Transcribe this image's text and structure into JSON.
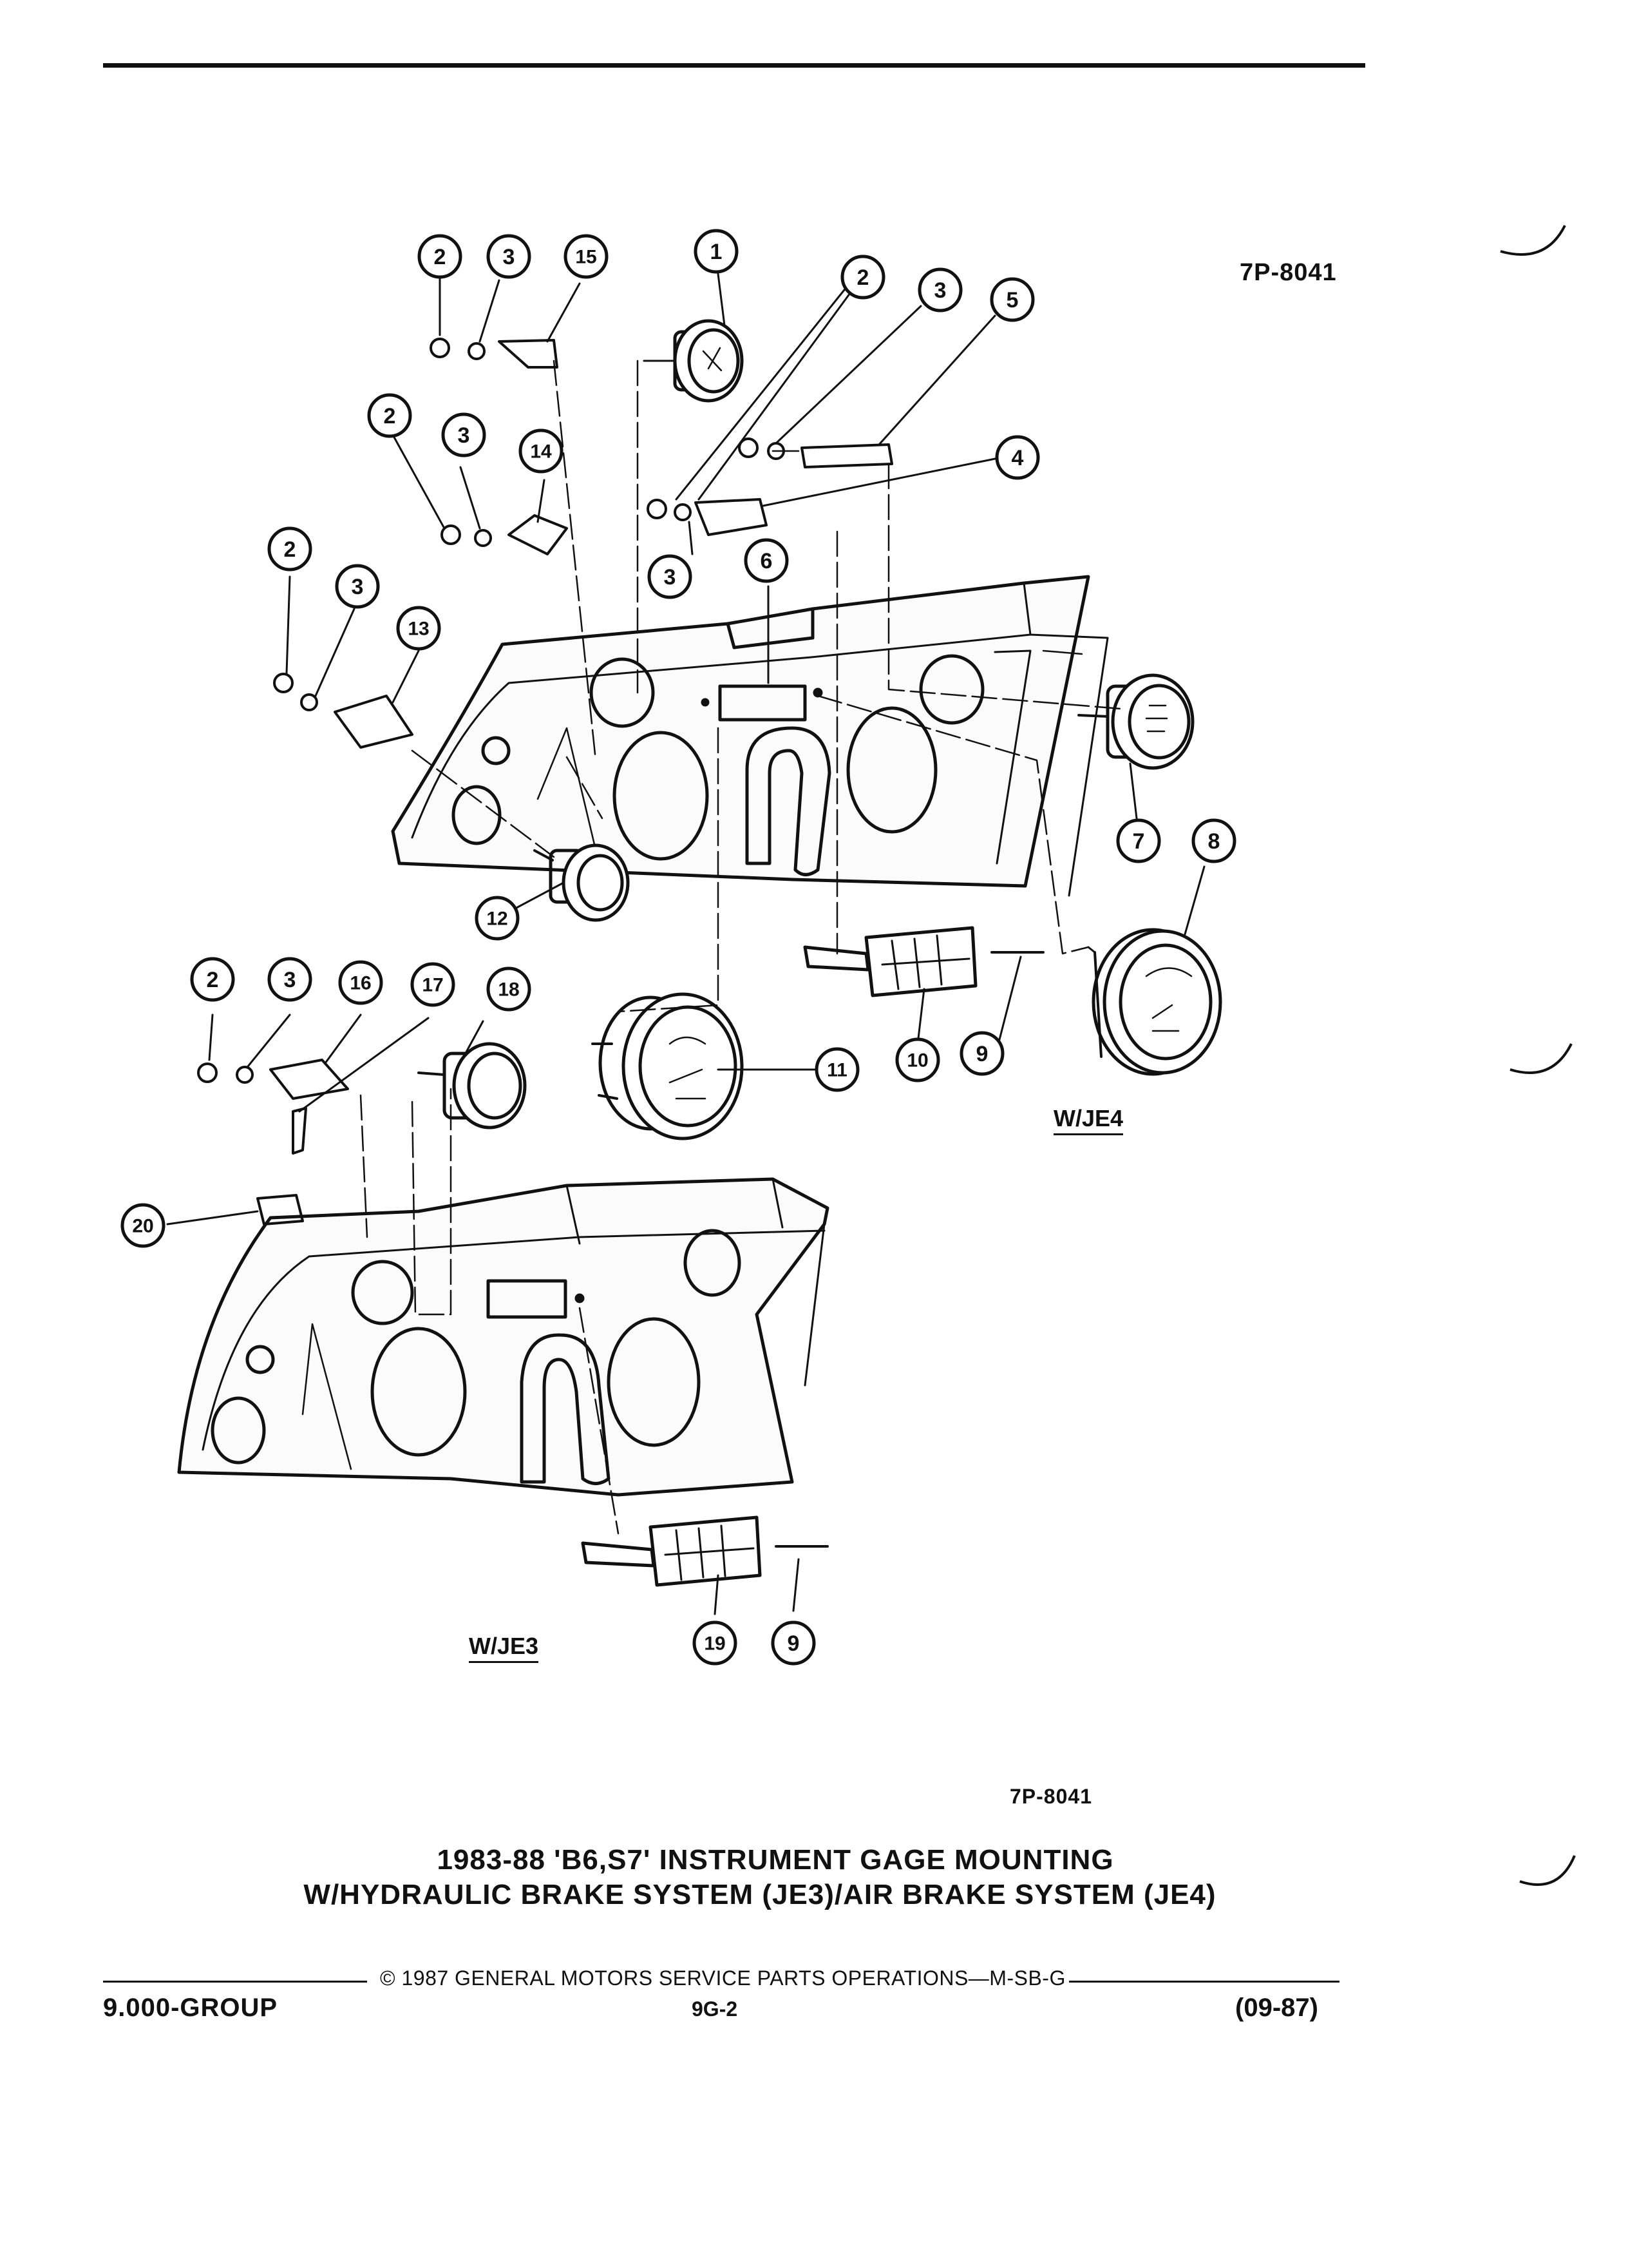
{
  "ref_top": "7P-8041",
  "ref_bottom": "7P-8041",
  "variants": {
    "je4": "W/JE4",
    "je3": "W/JE3"
  },
  "callouts": {
    "c1": "1",
    "c2": "2",
    "c3": "3",
    "c4": "4",
    "c5": "5",
    "c6": "6",
    "c7": "7",
    "c8": "8",
    "c9": "9",
    "c10": "10",
    "c11": "11",
    "c12": "12",
    "c13": "13",
    "c14": "14",
    "c15": "15",
    "c16": "16",
    "c17": "17",
    "c18": "18",
    "c19": "19",
    "c20": "20"
  },
  "caption": {
    "line1": "1983-88 'B6,S7' INSTRUMENT GAGE MOUNTING",
    "line2": "W/HYDRAULIC BRAKE SYSTEM (JE3)/AIR BRAKE SYSTEM (JE4)"
  },
  "footer": {
    "copyright": "© 1987 GENERAL MOTORS SERVICE PARTS OPERATIONS—M-SB-G",
    "group": "9.000-GROUP",
    "page": "9G-2",
    "date": "(09-87)"
  }
}
